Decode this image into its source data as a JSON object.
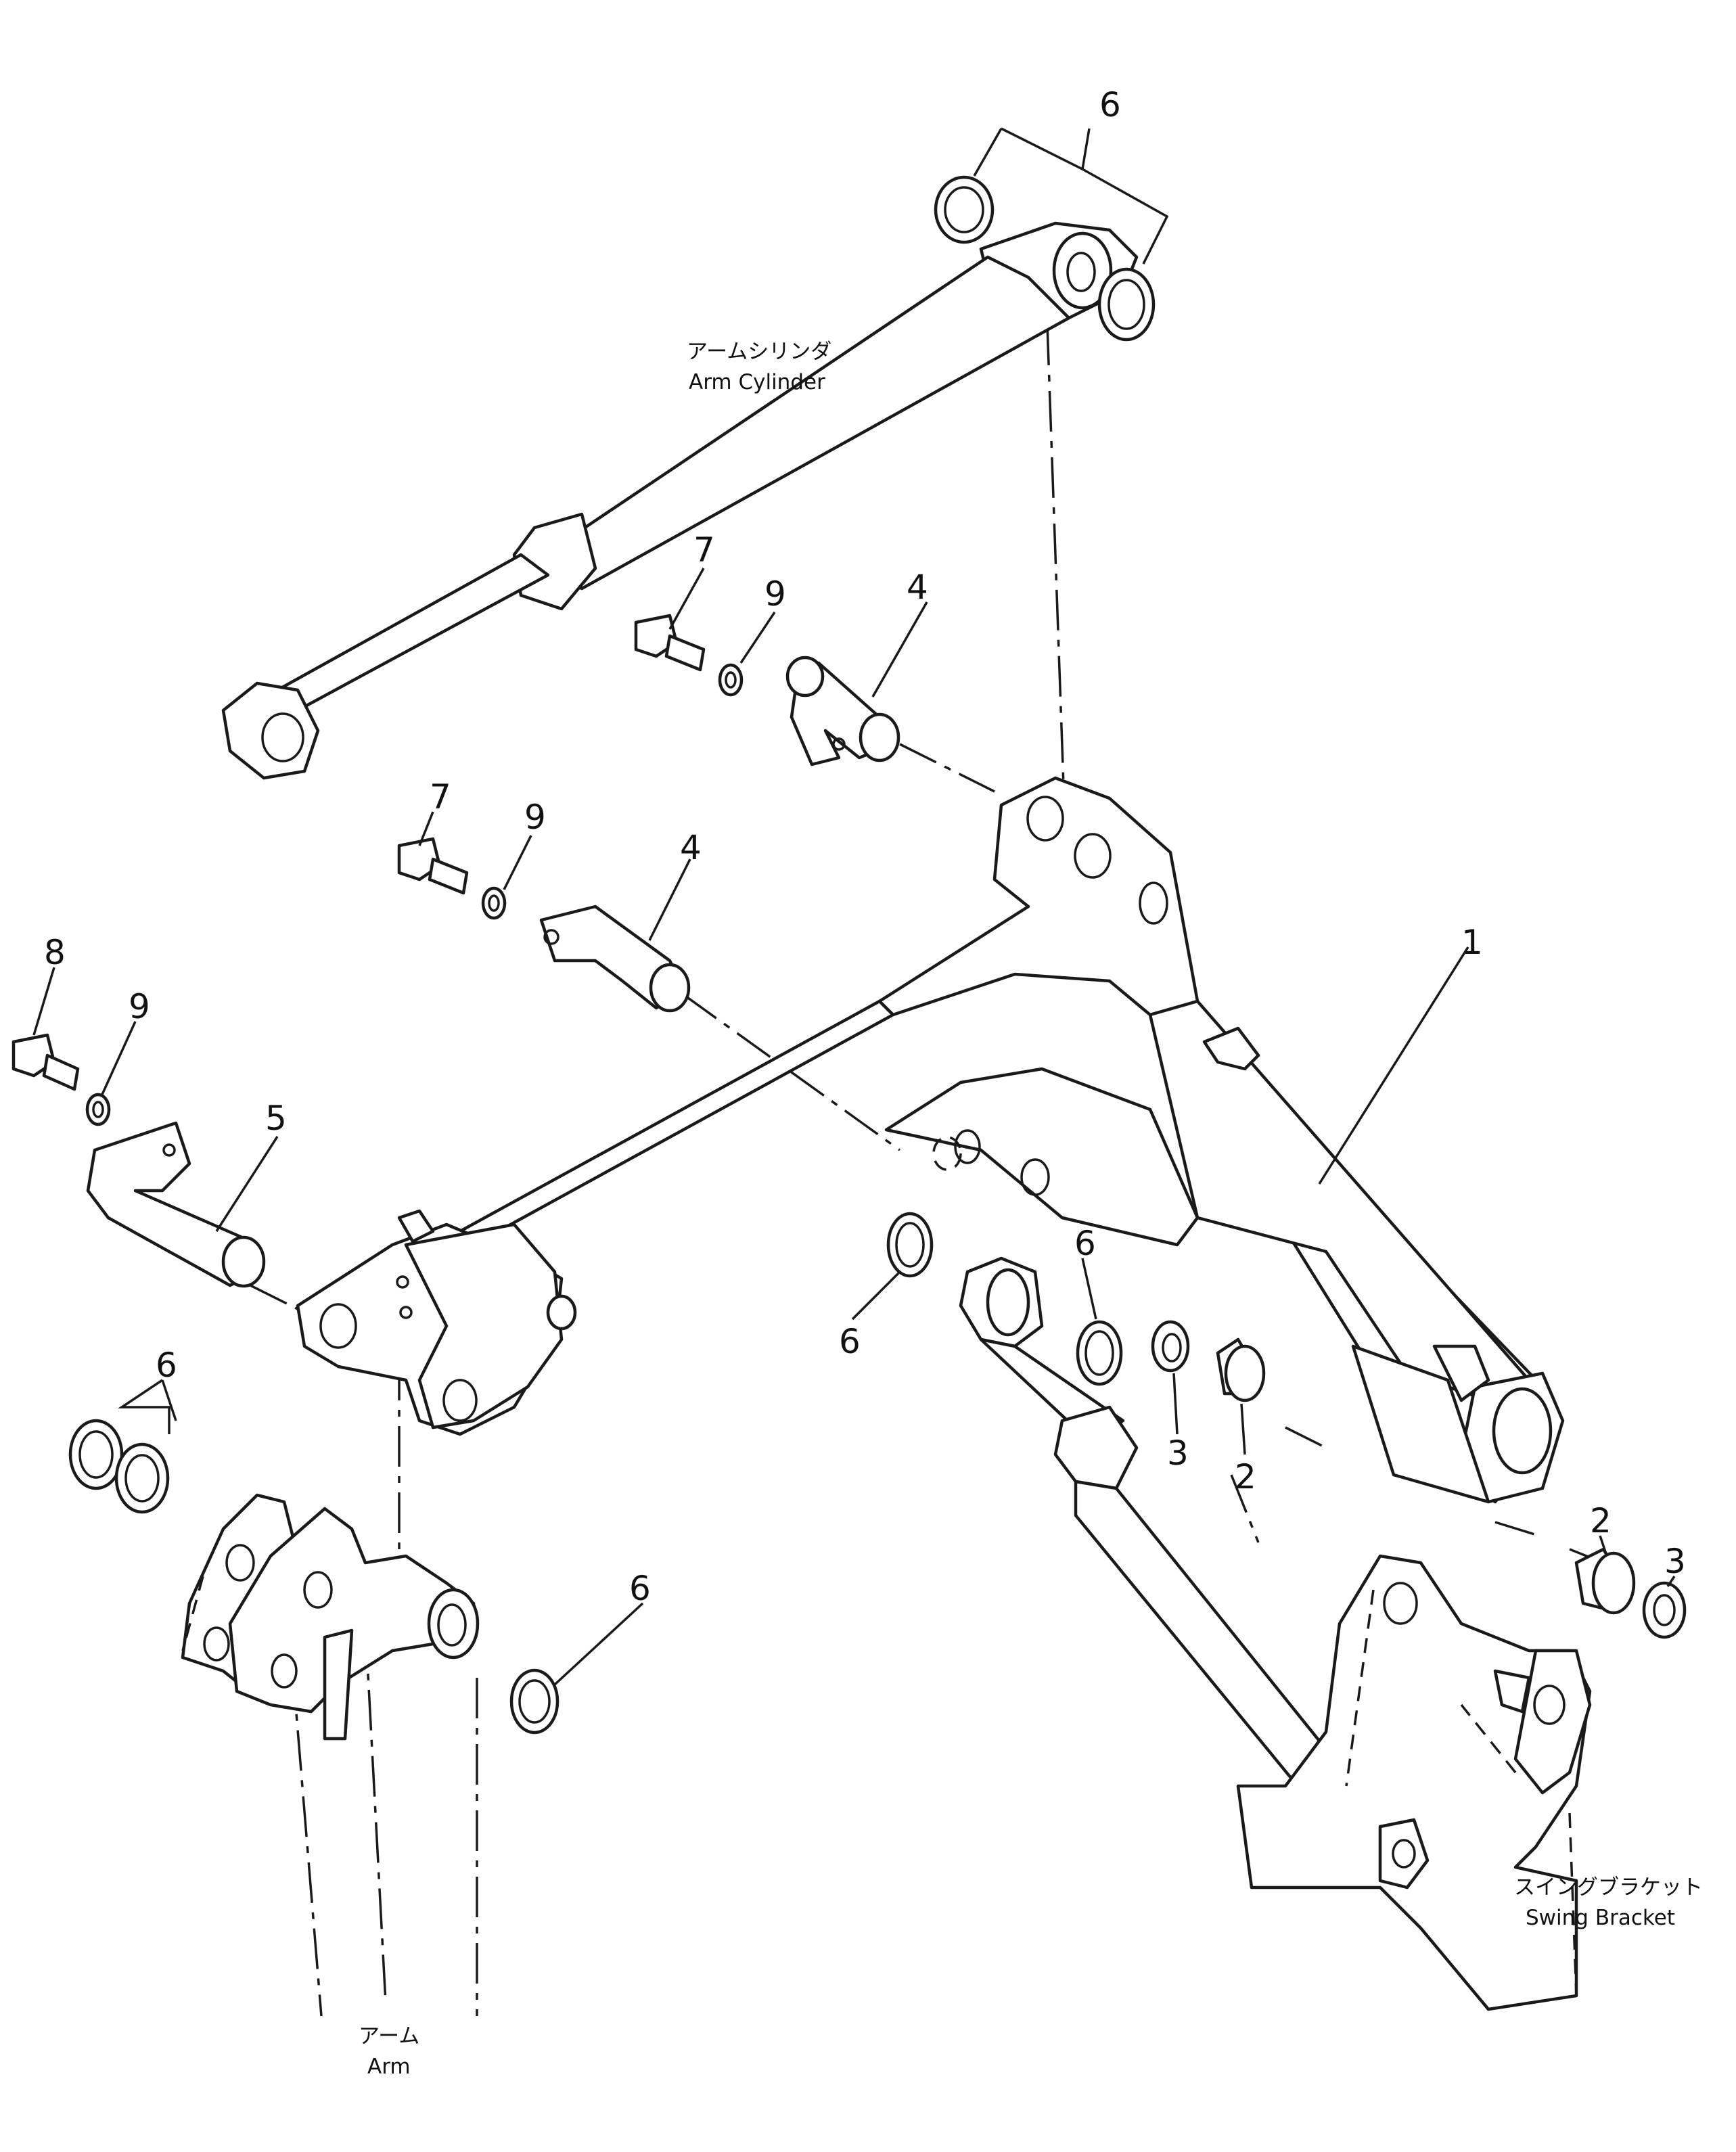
{
  "callouts": {
    "c1": "1",
    "c2a": "2",
    "c2b": "2",
    "c3a": "3",
    "c3b": "3",
    "c4a": "4",
    "c4b": "4",
    "c5": "5",
    "c6a": "6",
    "c6b": "6",
    "c6c": "6",
    "c6d": "6",
    "c6e": "6",
    "c7a": "7",
    "c7b": "7",
    "c8": "8",
    "c9a": "9",
    "c9b": "9",
    "c9c": "9"
  },
  "labels": {
    "arm_cylinder_jp": "アームシリンダ",
    "arm_cylinder_en": "Arm Cylinder",
    "swing_bracket_jp": "スイングブラケット",
    "swing_bracket_en": "Swing Bracket",
    "arm_jp": "アーム",
    "arm_en": "Arm"
  },
  "colors": {
    "line": "#1a1a1a",
    "background": "#ffffff"
  }
}
